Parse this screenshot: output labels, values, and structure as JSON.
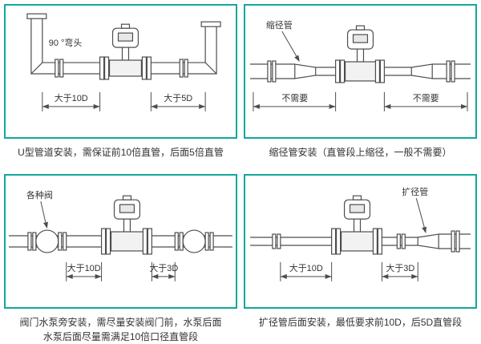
{
  "colors": {
    "panel_border": "#12a89d",
    "line": "#4d4d4d",
    "text": "#333333"
  },
  "panels": [
    {
      "name": "u-type-installation",
      "callout": "90 °弯头",
      "dim_left": "大于10D",
      "dim_right": "大于5D",
      "caption": [
        "U型管道安装，需保证前10倍直管，后面5倍直管"
      ]
    },
    {
      "name": "reducer-installation",
      "callout": "缩径管",
      "dim_left": "不需要",
      "dim_right": "不需要",
      "caption": [
        "缩径管安装（直管段上缩径，一般不需要）"
      ]
    },
    {
      "name": "valve-pump-installation",
      "callout": "各种阀",
      "dim_left": "大于10D",
      "dim_right": "大于3D",
      "caption": [
        "阀门水泵旁安装，需尽量安装阀门前，水泵后面",
        "水泵后面尽量需满足10倍口径直管段"
      ]
    },
    {
      "name": "expander-installation",
      "callout": "扩径管",
      "dim_left": "大于10D",
      "dim_right": "大于3D",
      "caption": [
        "扩径管后面安装，最低要求前10D，后5D直管段"
      ]
    }
  ]
}
